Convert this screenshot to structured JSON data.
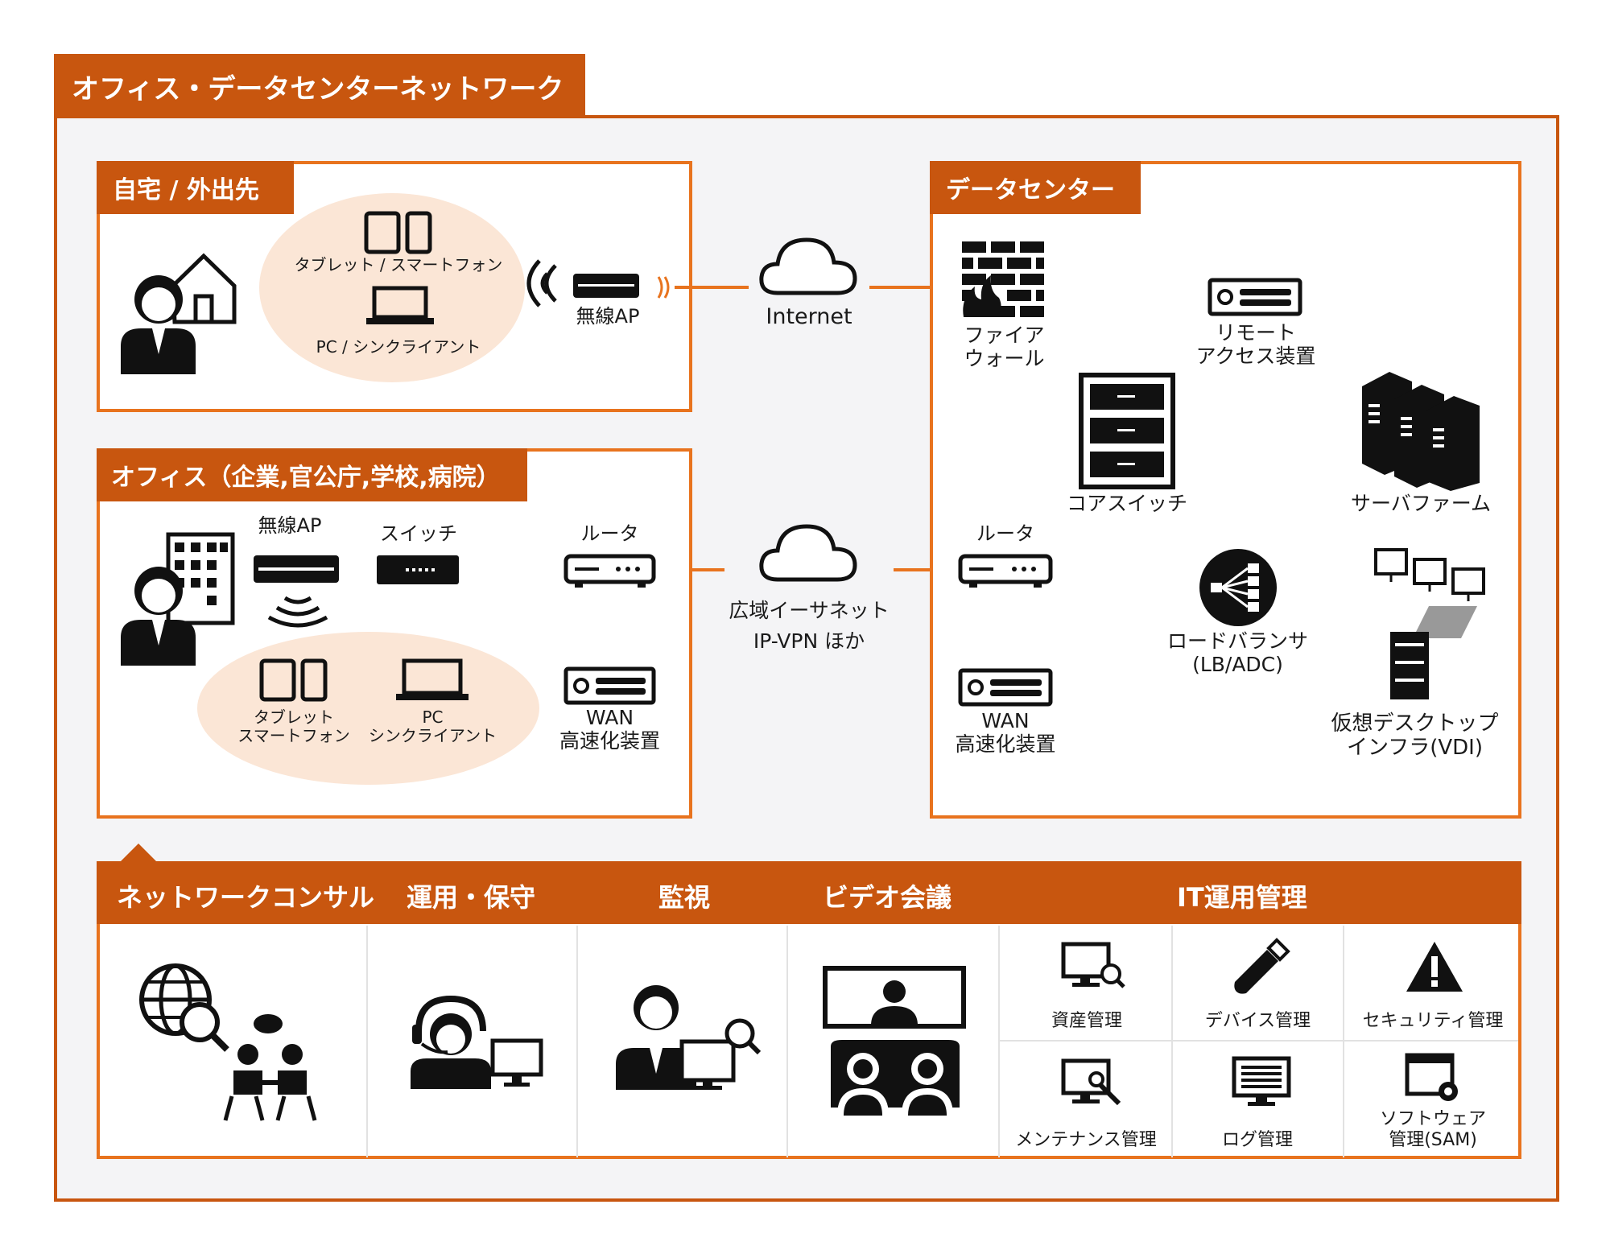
{
  "title": "オフィス・データセンターネットワーク",
  "home": {
    "title": "自宅 / 外出先",
    "tablet_label": "タブレット / スマートフォン",
    "pc_label": "PC / シンクライアント",
    "ap_label": "無線AP"
  },
  "internet_label": "Internet",
  "office": {
    "title": "オフィス（企業,官公庁,学校,病院）",
    "ap_label": "無線AP",
    "switch_label": "スイッチ",
    "router_label": "ルータ",
    "wan_label_1": "WAN",
    "wan_label_2": "高速化装置",
    "tablet_label_1": "タブレット",
    "tablet_label_2": "スマートフォン",
    "pc_label_1": "PC",
    "pc_label_2": "シンクライアント"
  },
  "wan_cloud": {
    "line1": "広域イーサネット",
    "line2": "IP-VPN ほか"
  },
  "datacenter": {
    "title": "データセンター",
    "firewall_1": "ファイア",
    "firewall_2": "ウォール",
    "remote_1": "リモート",
    "remote_2": "アクセス装置",
    "core_switch": "コアスイッチ",
    "server_farm": "サーバファーム",
    "router": "ルータ",
    "lb_1": "ロードバランサ",
    "lb_2": "(LB/ADC)",
    "wan_1": "WAN",
    "wan_2": "高速化装置",
    "vdi_1": "仮想デスクトップ",
    "vdi_2": "インフラ(VDI)"
  },
  "services": {
    "consult": "ネットワークコンサル",
    "ops": "運用・保守",
    "monitor": "監視",
    "video": "ビデオ会議",
    "it": "IT運用管理",
    "asset": "資産管理",
    "device": "デバイス管理",
    "security": "セキュリティ管理",
    "maintenance": "メンテナンス管理",
    "log": "ログ管理",
    "software_1": "ソフトウェア",
    "software_2": "管理(SAM)"
  },
  "colors": {
    "accent": "#c8560f",
    "panel_border": "#e8731e",
    "oval": "#fbe6d6",
    "frame_bg": "#f4f4f6"
  }
}
